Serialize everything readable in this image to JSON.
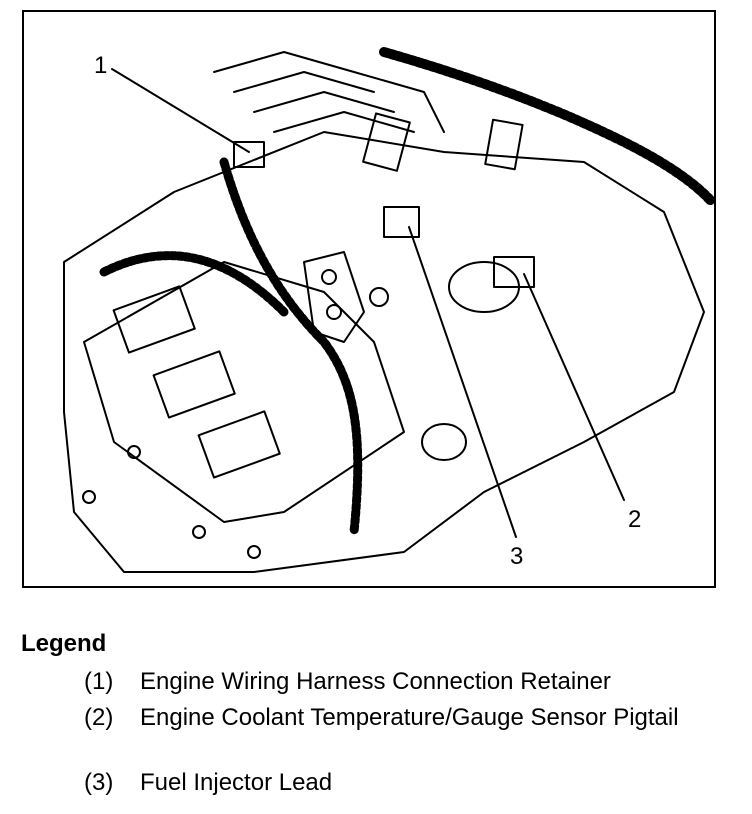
{
  "figure": {
    "callouts": [
      "1",
      "2",
      "3"
    ]
  },
  "legend": {
    "title": "Legend",
    "items": [
      {
        "num": "(1)",
        "text": "Engine Wiring Harness Connection Retainer"
      },
      {
        "num": "(2)",
        "text": "Engine Coolant Temperature/Gauge Sensor Pigtail"
      },
      {
        "num": "(3)",
        "text": "Fuel Injector Lead"
      }
    ]
  }
}
